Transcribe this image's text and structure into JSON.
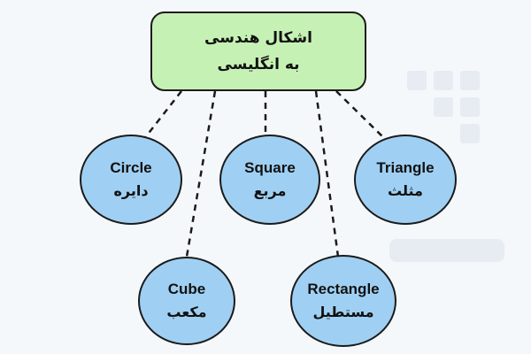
{
  "root": {
    "line1": "اشکال هندسی",
    "line2": "به انگلیسی"
  },
  "nodes": [
    {
      "id": "circle",
      "en": "Circle",
      "fa": "دایره"
    },
    {
      "id": "square",
      "en": "Square",
      "fa": "مربع"
    },
    {
      "id": "triangle",
      "en": "Triangle",
      "fa": "مثلث"
    },
    {
      "id": "cube",
      "en": "Cube",
      "fa": "مکعب"
    },
    {
      "id": "rectangle",
      "en": "Rectangle",
      "fa": "مستطیل"
    }
  ],
  "colors": {
    "root_fill": "#c6f1b4",
    "node_fill": "#9fd0f3",
    "stroke": "#1b1b1b",
    "background": "#f5f8fb"
  }
}
